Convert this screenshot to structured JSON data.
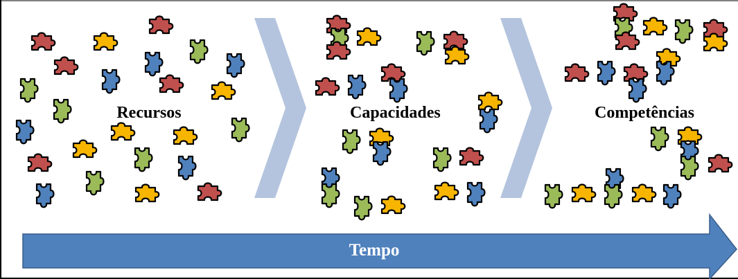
{
  "stages": [
    {
      "label": "Recursos"
    },
    {
      "label": "Capacidades"
    },
    {
      "label": "Competências"
    }
  ],
  "timeline": {
    "label": "Tempo"
  },
  "colors": {
    "red": "#c0504d",
    "green": "#9bbb59",
    "blue": "#4f81bd",
    "yellow": "#f7b500",
    "chevron": "#b4c4de",
    "timeline_arrow": "#4f81bd",
    "timeline_border": "#385d8a",
    "puzzle_outline": "#000000"
  },
  "icons": {
    "piece": "puzzle-piece-icon",
    "chevron": "chevron-right-icon",
    "timeline": "right-arrow-icon"
  }
}
